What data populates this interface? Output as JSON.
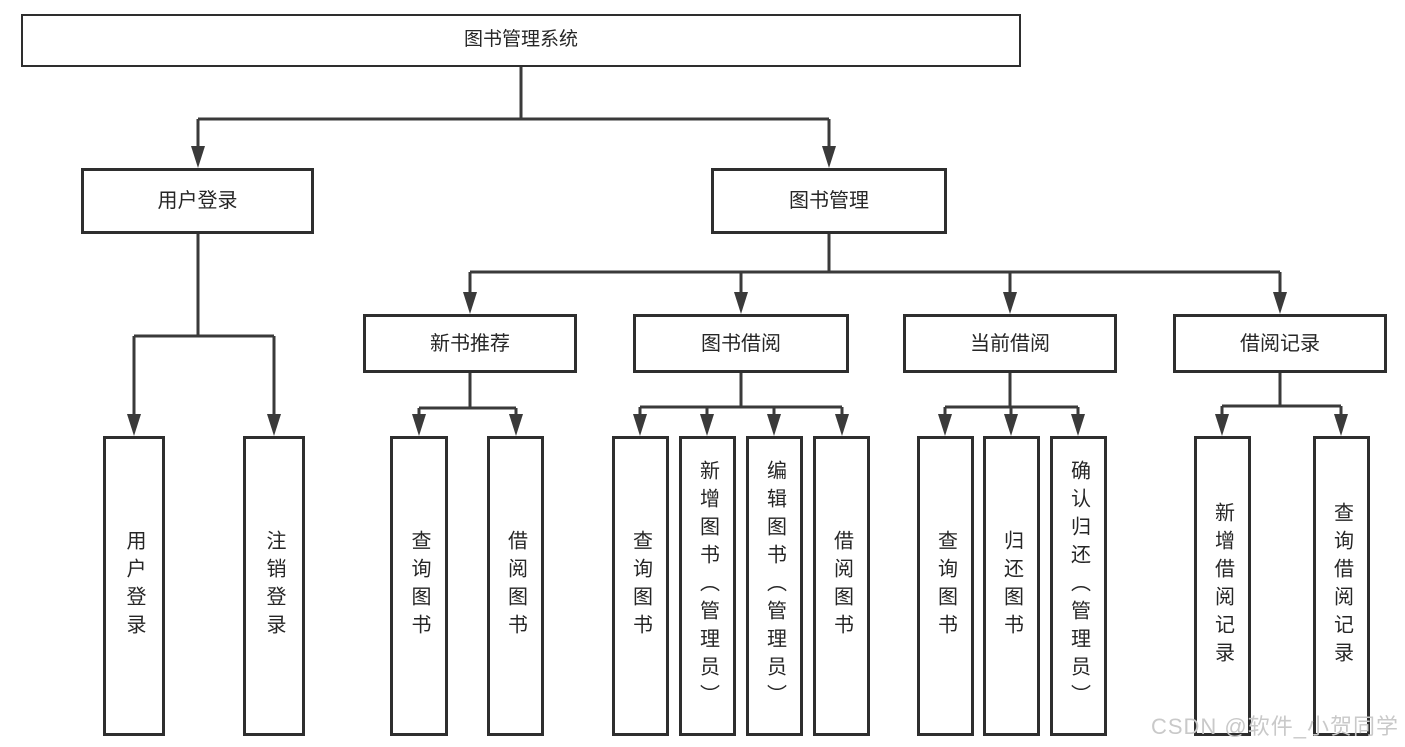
{
  "tree": {
    "root": "图书管理系统",
    "children": [
      {
        "label": "用户登录",
        "children": [
          "用户登录",
          "注销登录"
        ]
      },
      {
        "label": "图书管理",
        "children": [
          {
            "label": "新书推荐",
            "children": [
              "查询图书",
              "借阅图书"
            ]
          },
          {
            "label": "图书借阅",
            "children": [
              "查询图书",
              "新增图书（管理员）",
              "编辑图书（管理员）",
              "借阅图书"
            ]
          },
          {
            "label": "当前借阅",
            "children": [
              "查询图书",
              "归还图书",
              "确认归还（管理员）"
            ]
          },
          {
            "label": "借阅记录",
            "children": [
              "新增借阅记录",
              "查询借阅记录"
            ]
          }
        ]
      }
    ]
  },
  "watermark": {
    "text": "CSDN @软件_小贺同学"
  },
  "colors": {
    "line": "#3a3a3a",
    "border": "#2e2e2e",
    "text": "#262626",
    "watermark": "#c9c9c9",
    "background": "#ffffff"
  }
}
